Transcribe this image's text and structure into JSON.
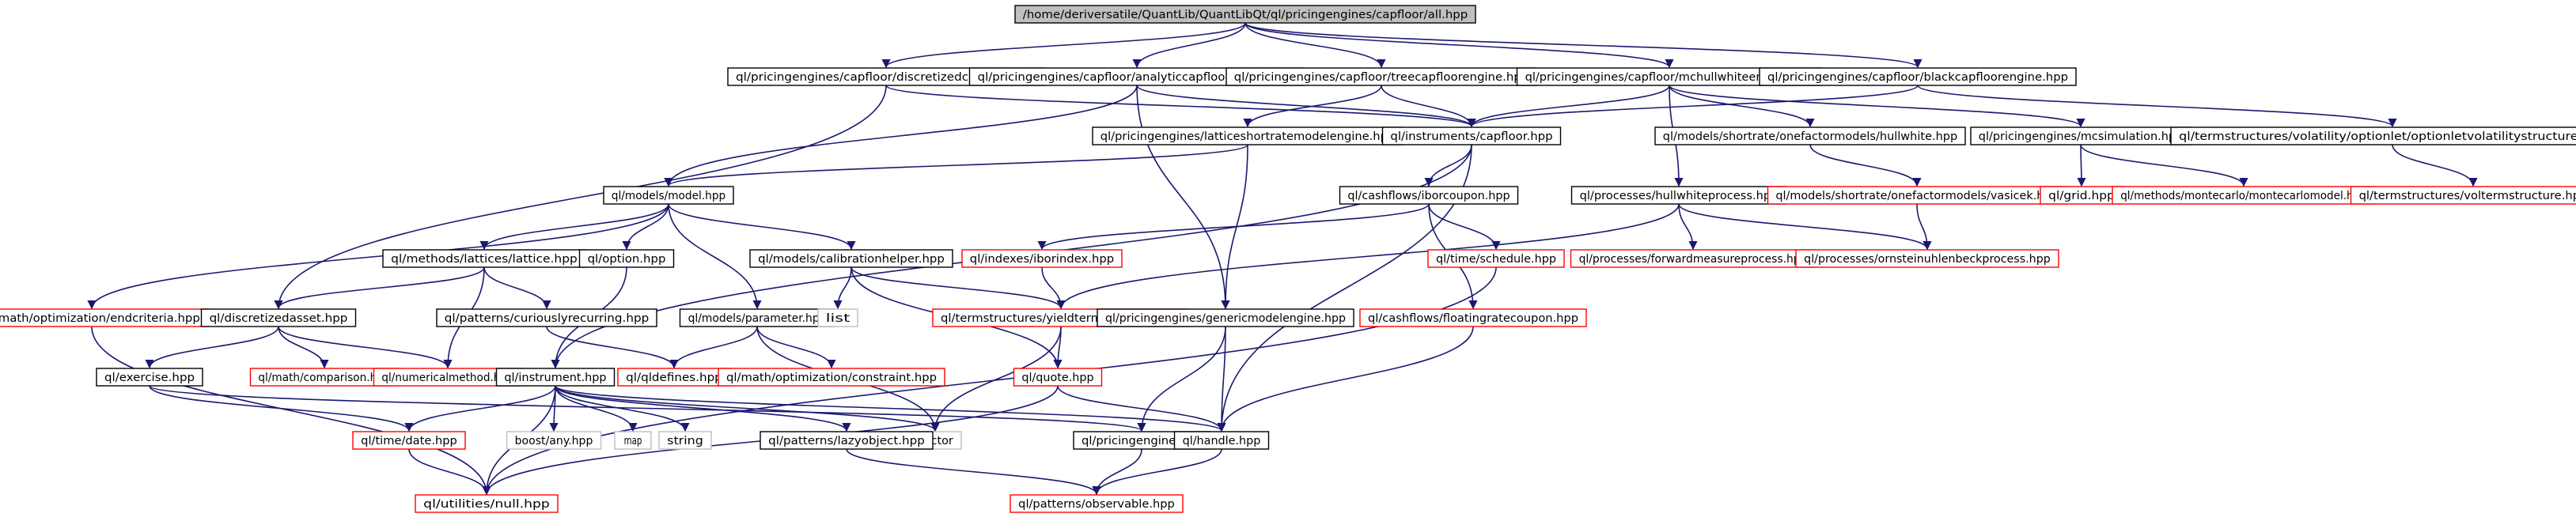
{
  "colors": {
    "background": "#ffffff",
    "edge": "#191970",
    "root_fill": "#bfbfbf",
    "border_documented": "#000000",
    "border_undocumented": "#ff0000",
    "border_external": "#bfbfbf"
  },
  "nodes": [
    {
      "id": "all",
      "label": "/home/deriversatile/QuantLib/QuantLibQt/ql/pricingengines/capfloor/all.hpp",
      "kind": "root"
    },
    {
      "id": "discretizedcapfloor",
      "label": "ql/pricingengines/capfloor/discretizedcapfloor.hpp",
      "kind": "documented"
    },
    {
      "id": "analyticcapfloorengine",
      "label": "ql/pricingengines/capfloor/analyticcapfloorengine.hpp",
      "kind": "documented"
    },
    {
      "id": "treecapfloorengine",
      "label": "ql/pricingengines/capfloor/treecapfloorengine.hpp",
      "kind": "documented"
    },
    {
      "id": "mchullwhiteengine",
      "label": "ql/pricingengines/capfloor/mchullwhiteengine.hpp",
      "kind": "documented"
    },
    {
      "id": "blackcapfloorengine",
      "label": "ql/pricingengines/capfloor/blackcapfloorengine.hpp",
      "kind": "documented"
    },
    {
      "id": "latticeshortratemodelengine",
      "label": "ql/pricingengines/latticeshortratemodelengine.hpp",
      "kind": "documented"
    },
    {
      "id": "capfloor",
      "label": "ql/instruments/capfloor.hpp",
      "kind": "documented"
    },
    {
      "id": "hullwhite",
      "label": "ql/models/shortrate/onefactormodels/hullwhite.hpp",
      "kind": "documented"
    },
    {
      "id": "mcsimulation",
      "label": "ql/pricingengines/mcsimulation.hpp",
      "kind": "documented"
    },
    {
      "id": "optionletvolatilitystructure",
      "label": "ql/termstructures/volatility/optionlet/optionletvolatilitystructure.hpp",
      "kind": "documented"
    },
    {
      "id": "model",
      "label": "ql/models/model.hpp",
      "kind": "documented"
    },
    {
      "id": "iborcoupon",
      "label": "ql/cashflows/iborcoupon.hpp",
      "kind": "documented"
    },
    {
      "id": "hullwhiteprocess",
      "label": "ql/processes/hullwhiteprocess.hpp",
      "kind": "documented"
    },
    {
      "id": "vasicek",
      "label": "ql/models/shortrate/onefactormodels/vasicek.hpp",
      "kind": "undocumented"
    },
    {
      "id": "grid",
      "label": "ql/grid.hpp",
      "kind": "undocumented"
    },
    {
      "id": "montecarlomodel",
      "label": "ql/methods/montecarlo/montecarlomodel.hpp",
      "kind": "undocumented"
    },
    {
      "id": "voltermstructure",
      "label": "ql/termstructures/voltermstructure.hpp",
      "kind": "undocumented"
    },
    {
      "id": "lattice",
      "label": "ql/methods/lattices/lattice.hpp",
      "kind": "documented"
    },
    {
      "id": "option",
      "label": "ql/option.hpp",
      "kind": "documented"
    },
    {
      "id": "calibrationhelper",
      "label": "ql/models/calibrationhelper.hpp",
      "kind": "documented"
    },
    {
      "id": "iborindex",
      "label": "ql/indexes/iborindex.hpp",
      "kind": "undocumented"
    },
    {
      "id": "schedule",
      "label": "ql/time/schedule.hpp",
      "kind": "undocumented"
    },
    {
      "id": "forwardmeasureprocess",
      "label": "ql/processes/forwardmeasureprocess.hpp",
      "kind": "undocumented"
    },
    {
      "id": "ornsteinuhlenbeckprocess",
      "label": "ql/processes/ornsteinuhlenbeckprocess.hpp",
      "kind": "undocumented"
    },
    {
      "id": "endcriteria",
      "label": "ql/math/optimization/endcriteria.hpp",
      "kind": "undocumented"
    },
    {
      "id": "discretizedasset",
      "label": "ql/discretizedasset.hpp",
      "kind": "documented"
    },
    {
      "id": "curiouslyrecurring",
      "label": "ql/patterns/curiouslyrecurring.hpp",
      "kind": "documented"
    },
    {
      "id": "parameter",
      "label": "ql/models/parameter.hpp",
      "kind": "documented"
    },
    {
      "id": "list",
      "label": "list",
      "kind": "external"
    },
    {
      "id": "yieldtermstructure",
      "label": "ql/termstructures/yieldtermstructure.hpp",
      "kind": "undocumented"
    },
    {
      "id": "genericmodelengine",
      "label": "ql/pricingengines/genericmodelengine.hpp",
      "kind": "documented"
    },
    {
      "id": "floatingratecoupon",
      "label": "ql/cashflows/floatingratecoupon.hpp",
      "kind": "undocumented"
    },
    {
      "id": "exercise",
      "label": "ql/exercise.hpp",
      "kind": "documented"
    },
    {
      "id": "comparison",
      "label": "ql/math/comparison.hpp",
      "kind": "undocumented"
    },
    {
      "id": "numericalmethod",
      "label": "ql/numericalmethod.hpp",
      "kind": "undocumented"
    },
    {
      "id": "instrument",
      "label": "ql/instrument.hpp",
      "kind": "documented"
    },
    {
      "id": "qldefines",
      "label": "ql/qldefines.hpp",
      "kind": "undocumented"
    },
    {
      "id": "constraint",
      "label": "ql/math/optimization/constraint.hpp",
      "kind": "undocumented"
    },
    {
      "id": "quote",
      "label": "ql/quote.hpp",
      "kind": "undocumented"
    },
    {
      "id": "vector",
      "label": "vector",
      "kind": "external"
    },
    {
      "id": "pricingengine",
      "label": "ql/pricingengine.hpp",
      "kind": "documented"
    },
    {
      "id": "handle",
      "label": "ql/handle.hpp",
      "kind": "documented"
    },
    {
      "id": "date",
      "label": "ql/time/date.hpp",
      "kind": "undocumented"
    },
    {
      "id": "boostany",
      "label": "boost/any.hpp",
      "kind": "external"
    },
    {
      "id": "map",
      "label": "map",
      "kind": "external"
    },
    {
      "id": "string",
      "label": "string",
      "kind": "external"
    },
    {
      "id": "lazyobject",
      "label": "ql/patterns/lazyobject.hpp",
      "kind": "documented"
    },
    {
      "id": "null",
      "label": "ql/utilities/null.hpp",
      "kind": "undocumented"
    },
    {
      "id": "observable",
      "label": "ql/patterns/observable.hpp",
      "kind": "undocumented"
    }
  ],
  "edges": [
    [
      "all",
      "discretizedcapfloor"
    ],
    [
      "all",
      "analyticcapfloorengine"
    ],
    [
      "all",
      "treecapfloorengine"
    ],
    [
      "all",
      "mchullwhiteengine"
    ],
    [
      "all",
      "blackcapfloorengine"
    ],
    [
      "discretizedcapfloor",
      "capfloor"
    ],
    [
      "discretizedcapfloor",
      "discretizedasset"
    ],
    [
      "analyticcapfloorengine",
      "capfloor"
    ],
    [
      "analyticcapfloorengine",
      "model"
    ],
    [
      "analyticcapfloorengine",
      "genericmodelengine"
    ],
    [
      "treecapfloorengine",
      "capfloor"
    ],
    [
      "treecapfloorengine",
      "latticeshortratemodelengine"
    ],
    [
      "mchullwhiteengine",
      "capfloor"
    ],
    [
      "mchullwhiteengine",
      "hullwhite"
    ],
    [
      "mchullwhiteengine",
      "mcsimulation"
    ],
    [
      "mchullwhiteengine",
      "hullwhiteprocess"
    ],
    [
      "blackcapfloorengine",
      "capfloor"
    ],
    [
      "blackcapfloorengine",
      "optionletvolatilitystructure"
    ],
    [
      "latticeshortratemodelengine",
      "model"
    ],
    [
      "latticeshortratemodelengine",
      "genericmodelengine"
    ],
    [
      "capfloor",
      "instrument"
    ],
    [
      "capfloor",
      "iborcoupon"
    ],
    [
      "capfloor",
      "handle"
    ],
    [
      "hullwhite",
      "vasicek"
    ],
    [
      "mcsimulation",
      "grid"
    ],
    [
      "mcsimulation",
      "montecarlomodel"
    ],
    [
      "optionletvolatilitystructure",
      "voltermstructure"
    ],
    [
      "model",
      "endcriteria"
    ],
    [
      "model",
      "lattice"
    ],
    [
      "model",
      "option"
    ],
    [
      "model",
      "parameter"
    ],
    [
      "model",
      "calibrationhelper"
    ],
    [
      "iborcoupon",
      "iborindex"
    ],
    [
      "iborcoupon",
      "schedule"
    ],
    [
      "iborcoupon",
      "floatingratecoupon"
    ],
    [
      "hullwhiteprocess",
      "forwardmeasureprocess"
    ],
    [
      "hullwhiteprocess",
      "ornsteinuhlenbeckprocess"
    ],
    [
      "hullwhiteprocess",
      "yieldtermstructure"
    ],
    [
      "vasicek",
      "ornsteinuhlenbeckprocess"
    ],
    [
      "lattice",
      "discretizedasset"
    ],
    [
      "lattice",
      "numericalmethod"
    ],
    [
      "lattice",
      "curiouslyrecurring"
    ],
    [
      "option",
      "instrument"
    ],
    [
      "calibrationhelper",
      "list"
    ],
    [
      "calibrationhelper",
      "yieldtermstructure"
    ],
    [
      "calibrationhelper",
      "quote"
    ],
    [
      "iborindex",
      "yieldtermstructure"
    ],
    [
      "schedule",
      "null"
    ],
    [
      "endcriteria",
      "null"
    ],
    [
      "discretizedasset",
      "exercise"
    ],
    [
      "discretizedasset",
      "comparison"
    ],
    [
      "discretizedasset",
      "numericalmethod"
    ],
    [
      "curiouslyrecurring",
      "qldefines"
    ],
    [
      "parameter",
      "qldefines"
    ],
    [
      "parameter",
      "constraint"
    ],
    [
      "parameter",
      "vector"
    ],
    [
      "yieldtermstructure",
      "quote"
    ],
    [
      "yieldtermstructure",
      "vector"
    ],
    [
      "genericmodelengine",
      "pricingengine"
    ],
    [
      "genericmodelengine",
      "handle"
    ],
    [
      "floatingratecoupon",
      "handle"
    ],
    [
      "exercise",
      "date"
    ],
    [
      "exercise",
      "pricingengine"
    ],
    [
      "instrument",
      "date"
    ],
    [
      "instrument",
      "boostany"
    ],
    [
      "instrument",
      "map"
    ],
    [
      "instrument",
      "string"
    ],
    [
      "instrument",
      "vector"
    ],
    [
      "instrument",
      "lazyobject"
    ],
    [
      "instrument",
      "null"
    ],
    [
      "instrument",
      "handle"
    ],
    [
      "quote",
      "handle"
    ],
    [
      "quote",
      "null"
    ],
    [
      "pricingengine",
      "observable"
    ],
    [
      "handle",
      "observable"
    ],
    [
      "date",
      "null"
    ],
    [
      "lazyobject",
      "observable"
    ]
  ]
}
